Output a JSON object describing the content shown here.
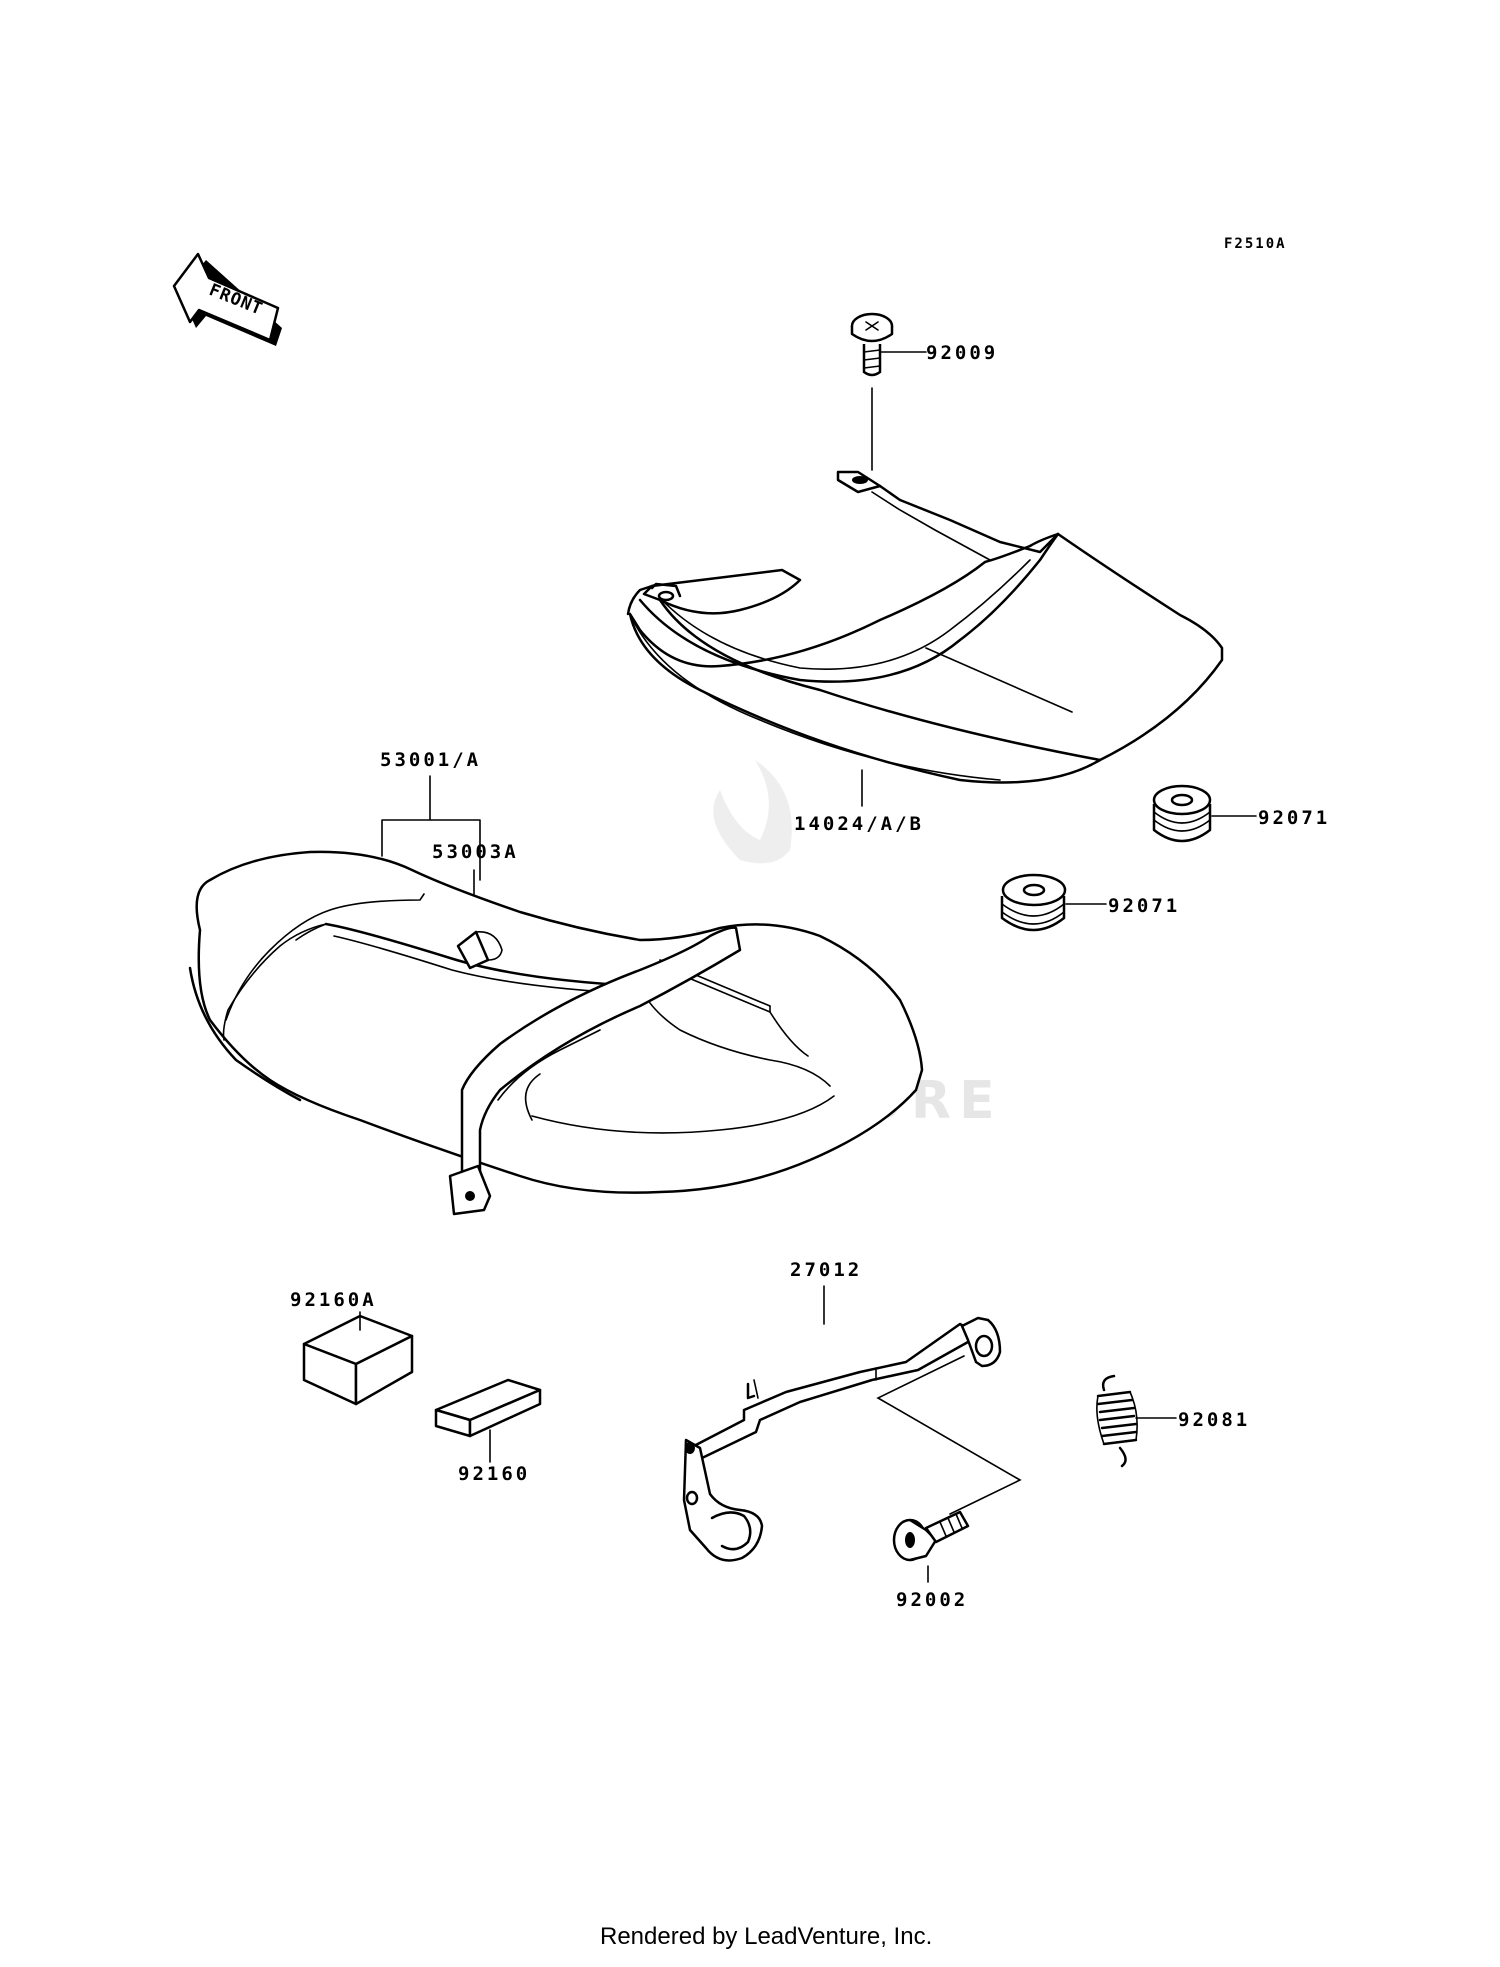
{
  "diagram": {
    "code": "F2510A",
    "front_label": "FRONT",
    "watermark": "LEADVENTURE",
    "footer": "Rendered by LeadVenture, Inc.",
    "parts": [
      {
        "id": "92009",
        "label": "92009"
      },
      {
        "id": "14024",
        "label": "14024/A/B"
      },
      {
        "id": "53001",
        "label": "53001/A"
      },
      {
        "id": "53003",
        "label": "53003A"
      },
      {
        "id": "92071a",
        "label": "92071"
      },
      {
        "id": "92071b",
        "label": "92071"
      },
      {
        "id": "92160a",
        "label": "92160A"
      },
      {
        "id": "92160",
        "label": "92160"
      },
      {
        "id": "27012",
        "label": "27012"
      },
      {
        "id": "92081",
        "label": "92081"
      },
      {
        "id": "92002",
        "label": "92002"
      }
    ]
  }
}
